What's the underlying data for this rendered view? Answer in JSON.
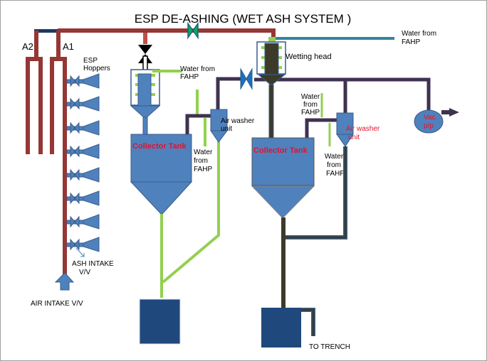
{
  "title": "ESP  DE-ASHING  (WET  ASH SYSTEM )",
  "labels": {
    "a2": "A2",
    "a1": "A1",
    "esp_hoppers": [
      "ESP",
      "Hoppers"
    ],
    "water_fahp_1": [
      "Water  from",
      "FAHP"
    ],
    "water_fahp_2": [
      "Water",
      "from",
      "FAHP"
    ],
    "water_fahp_top": [
      "Water  from",
      "FAHP"
    ],
    "water_fahp_3": [
      "Water",
      "from",
      "FAHP"
    ],
    "water_fahp_4": [
      "Water",
      "from",
      "FAHP"
    ],
    "air_washer_1": [
      "Air washer",
      "unit"
    ],
    "air_washer_2": [
      "Air washer",
      "unit"
    ],
    "wetting_head": "Wetting head",
    "collector_tank_1": "Collector  Tank",
    "collector_tank_2": "Collector  Tank",
    "vac_pump": [
      "Vac.",
      "p/p"
    ],
    "ash_intake": [
      "ASH  INTAKE",
      "V/V"
    ],
    "air_intake": "AIR  INTAKE  V/V",
    "to_trench": "TO  TRENCH"
  },
  "colors": {
    "air_pipe": "#953735",
    "equipment": "#4F81BD",
    "water_line": "#92D050",
    "vacuum_line": "#3F3151",
    "slurry_line": "#3D3A2A",
    "tank_dark": "#1F497D",
    "valve_green": "#00B050",
    "label_red": "#E8102A"
  }
}
